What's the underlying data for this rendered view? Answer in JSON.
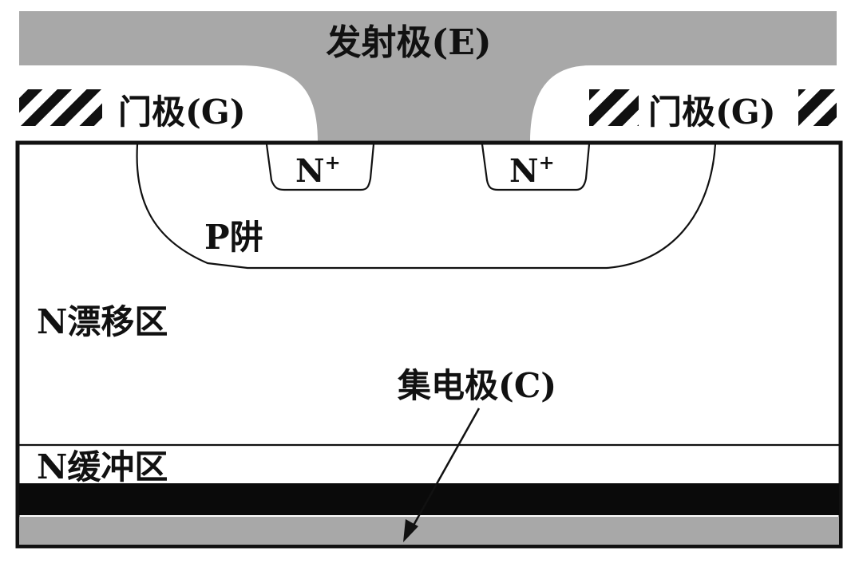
{
  "labels": {
    "emitter": "发射极(E)",
    "gate_left": "门极(G)",
    "gate_right": "门极(G)",
    "n_plus": "N",
    "n_plus_sup": "+",
    "p_well": "P阱",
    "n_drift": "N漂移区",
    "n_buffer": "N缓冲区",
    "collector": "集电极(C)"
  },
  "colors": {
    "metal": "#a8a8a8",
    "outline": "#111111",
    "substrate": "#0a0a0a",
    "background": "#ffffff"
  }
}
